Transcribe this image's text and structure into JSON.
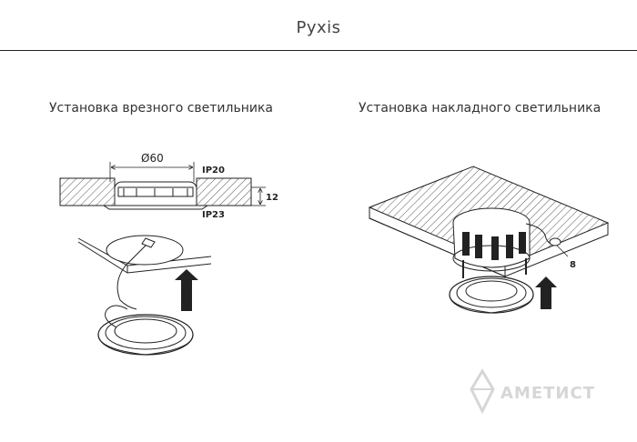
{
  "header": {
    "title": "Pyxis"
  },
  "sections": {
    "left_caption": "Установка врезного светильника",
    "right_caption": "Установка накладного светильника"
  },
  "diagram_labels": {
    "diameter": "Ø60",
    "ip_top": "IP20",
    "ip_bottom": "IP23",
    "depth": "12",
    "hole_size": "8"
  },
  "watermark": {
    "brand": "АМЕТИСТ"
  },
  "colors": {
    "line": "#222222",
    "hatch": "#555555",
    "watermark": "#d6d6d6"
  }
}
